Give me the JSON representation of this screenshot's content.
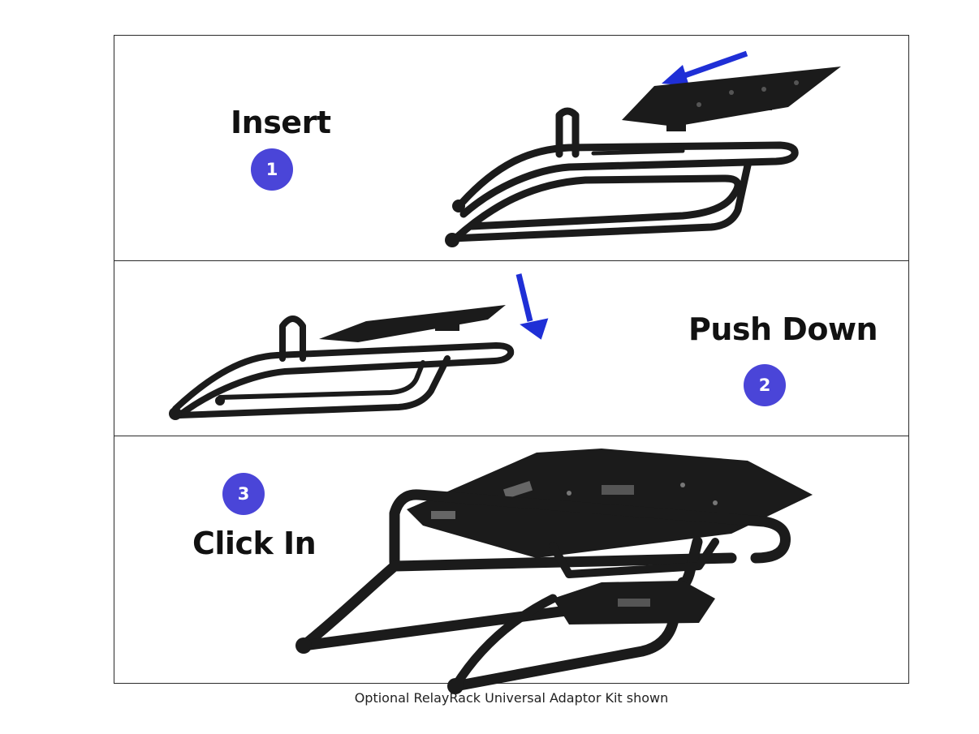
{
  "steps": [
    {
      "number": "1",
      "label": "Insert"
    },
    {
      "number": "2",
      "label": "Push Down"
    },
    {
      "number": "3",
      "label": "Click In"
    }
  ],
  "caption": "Optional RelayRack Universal Adaptor Kit shown",
  "colors": {
    "badge": "#4a45d8",
    "arrow": "#1f2fd6",
    "rack": "#1b1b1b",
    "border": "#2a2a2a"
  }
}
